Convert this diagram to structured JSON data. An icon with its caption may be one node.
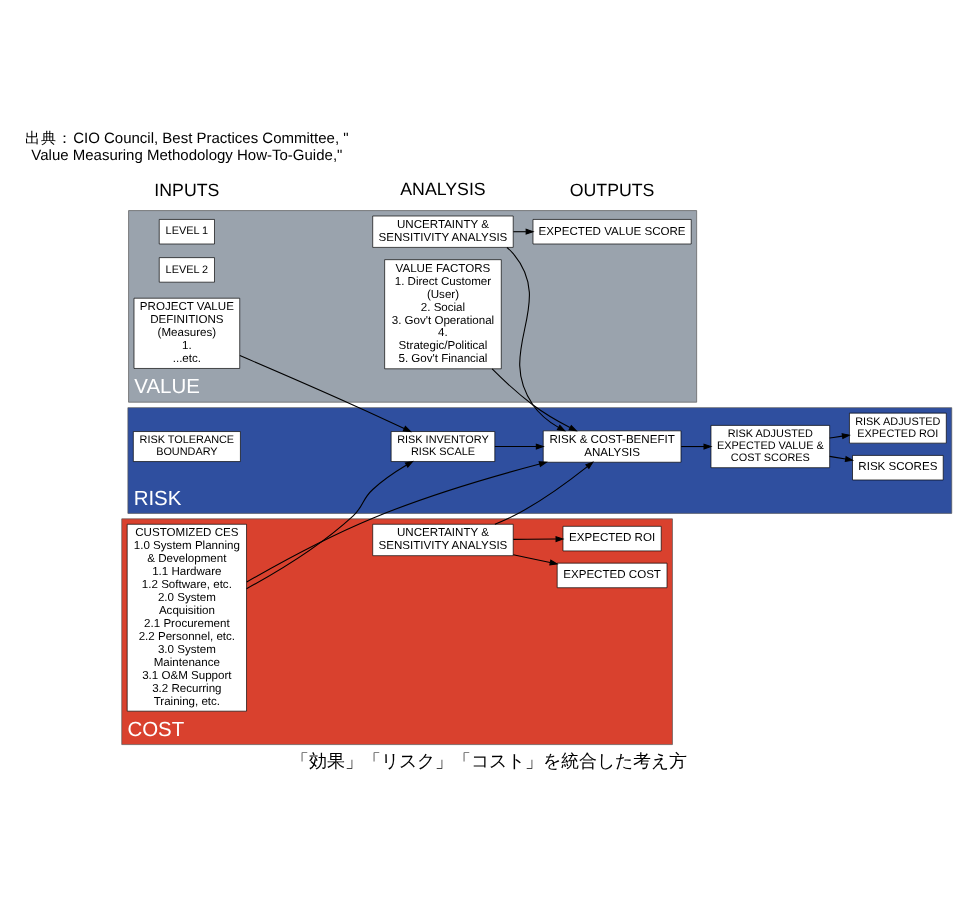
{
  "diagram": {
    "caption": "「効果」「リスク」「コスト」を統合した考え方",
    "nodes": [
      {
        "text": [
          "VALUE"
        ]
      },
      {
        "text": [
          "LEVEL 1"
        ],
        "in": 0
      },
      {
        "text": [
          "VALUE FACTORS",
          "1. Direct Customer (User)",
          "2. Social",
          "3. Gov't Operational",
          "4. Strategic/Political",
          "5. Gov't Financial"
        ],
        "in": 0
      },
      {
        "text": [
          "LEVEL 2"
        ],
        "in": 0
      },
      {
        "text": [
          "PROJECT VALUE DEFINITIONS (Measures)",
          "1.",
          "...etc."
        ],
        "in": 0
      },
      {
        "text": [
          "UNCERTAINTY & SENSITIVITY ANALYSIS"
        ],
        "in": 0
      },
      {
        "text": [
          "EXPECTED VALUE SCORE"
        ],
        "in": 0
      },
      {
        "text": [
          "RISK"
        ]
      },
      {
        "text": [
          "RISK TOLERANCE BOUNDARY"
        ],
        "in": 7
      },
      {
        "text": [
          "RISK INVENTORY",
          "RISK SCALE"
        ],
        "in": 7
      },
      {
        "text": [
          "RISK & COST-BENEFIT ANALYSIS"
        ],
        "in": 7
      },
      {
        "text": [
          "RISK ADJUSTED",
          "EXPECTED VALUE & COST SCORES"
        ],
        "in": 7
      },
      {
        "text": [
          "RISK SCORES"
        ],
        "in": 7
      },
      {
        "text": [
          "RISK ADJUSTED",
          "EXPECTED ROI"
        ],
        "in": 7
      },
      {
        "text": [
          "COST"
        ]
      },
      {
        "text": [
          "CUSTOMIZED CES",
          "1.0 System Planning & Development",
          "1.1 Hardware",
          "1.2 Software, etc.",
          "2.0 System Acquisition",
          "2.1 Procurement",
          "2.2 Personnel, etc.",
          "3.0 System Maintenance",
          "3.1 O&M Support",
          "3.2 Recurring Training, etc."
        ],
        "in": 14
      },
      {
        "text": [
          "UNCERTAINTY & SENSITIVITY ANALYSIS"
        ],
        "in": 14
      },
      {
        "text": [
          "EXPECTED COST"
        ],
        "in": 14
      },
      {
        "text": [
          "EXPECTED ROI"
        ],
        "in": 14
      }
    ],
    "edges": [
      {
        "from": 2,
        "to": 10,
        "arrow": "to"
      },
      {
        "from": 4,
        "to": 9,
        "arrow": "to"
      },
      {
        "from": 5,
        "to": 6,
        "arrow": "to"
      },
      {
        "from": 5,
        "to": 10,
        "arrow": "to"
      },
      {
        "from": 9,
        "to": 10,
        "arrow": "to"
      },
      {
        "from": 15,
        "to": 9,
        "arrow": "to"
      },
      {
        "from": 15,
        "to": 10,
        "arrow": "to"
      },
      {
        "from": 16,
        "to": 10,
        "arrow": "to"
      },
      {
        "from": 10,
        "to": 11,
        "arrow": "to"
      },
      {
        "from": 11,
        "to": 12,
        "arrow": "to"
      },
      {
        "from": 11,
        "to": 13,
        "arrow": "to"
      },
      {
        "from": 16,
        "to": 17,
        "arrow": "to"
      },
      {
        "from": 16,
        "to": 18,
        "arrow": "to"
      }
    ],
    "labels": [
      "INPUTS",
      "ANALYSIS",
      "OUTPUTS",
      "出典：CIO Council, Best Practices Committee, \" Value Measuring Methodology How-To-Guide,\""
    ]
  }
}
